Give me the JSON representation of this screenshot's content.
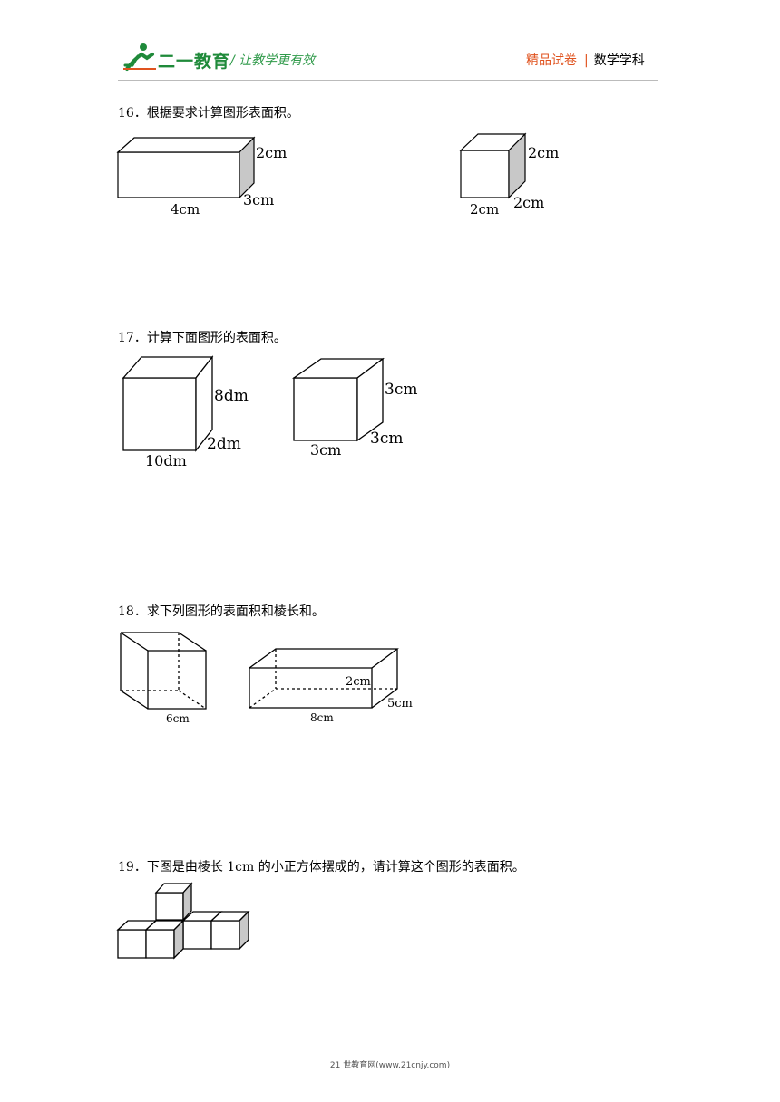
{
  "header": {
    "logo_text": "二一教育",
    "slogan": "/ 让教学更有效",
    "right_label_1": "精品试卷",
    "separator": "|",
    "right_label_2": "数学学科"
  },
  "questions": [
    {
      "text": "16．根据要求计算图形表面积。",
      "fig1": {
        "height": "2cm",
        "length": "4cm",
        "width": "3cm"
      },
      "fig2": {
        "height": "2cm",
        "length": "2cm",
        "width": "2cm"
      }
    },
    {
      "text": "17．计算下面图形的表面积。",
      "fig1": {
        "height": "8dm",
        "length": "10dm",
        "width": "2dm"
      },
      "fig2": {
        "height": "3cm",
        "length": "3cm",
        "width": "3cm"
      }
    },
    {
      "text": "18．求下列图形的表面积和棱长和。",
      "fig1": {
        "length": "6cm"
      },
      "fig2": {
        "height": "2cm",
        "length": "8cm",
        "width": "5cm"
      }
    },
    {
      "text": "19．下图是由棱长 1cm 的小正方体摆成的，请计算这个图形的表面积。"
    }
  ],
  "footer": {
    "text": "21 世教育网(www.21cnjy.com)"
  },
  "colors": {
    "brand_green": "#1f8a3a",
    "accent_orange": "#e0531f",
    "side_face_gray": "#c8c8c8"
  }
}
